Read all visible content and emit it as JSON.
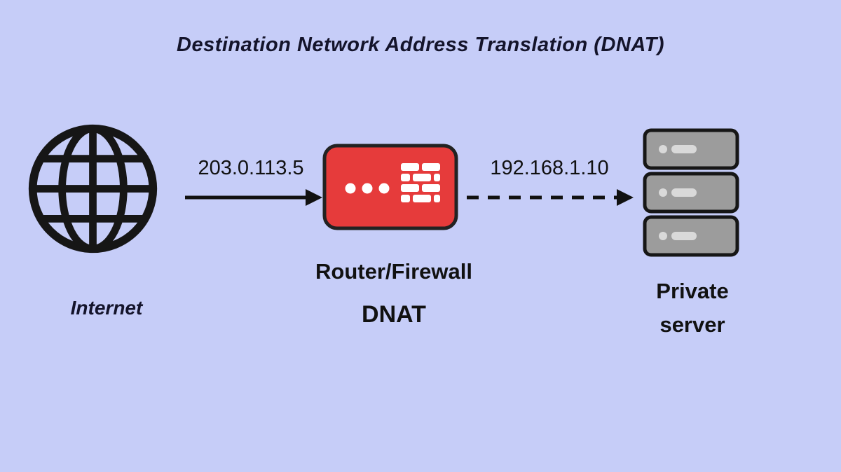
{
  "title": "Destination Network Address Translation (DNAT)",
  "diagram": {
    "internet": {
      "label": "Internet",
      "icon": "globe-icon"
    },
    "flow_public": {
      "ip": "203.0.113.5",
      "style": "solid-arrow"
    },
    "router": {
      "label_line1": "Router/Firewall",
      "label_line2": "DNAT",
      "icon": "firewall-router-icon"
    },
    "flow_private": {
      "ip": "192.168.1.10",
      "style": "dashed-arrow"
    },
    "server": {
      "label_line1": "Private",
      "label_line2": "server",
      "icon": "server-stack-icon"
    }
  },
  "colors": {
    "background": "#c6cdf8",
    "router_fill": "#e63b3b",
    "server_fill": "#9c9c9c",
    "stroke": "#161616",
    "text": "#14142b"
  }
}
